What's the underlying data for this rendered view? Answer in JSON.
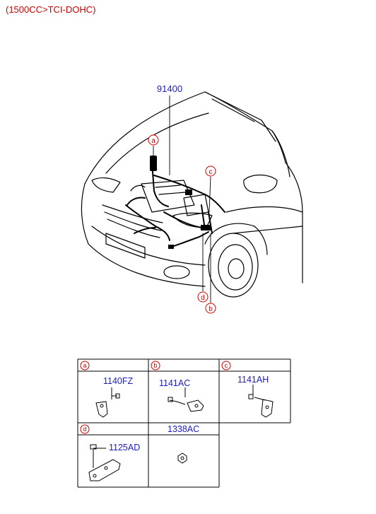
{
  "header": {
    "title": "(1500CC>TCI-DOHC)"
  },
  "diagram": {
    "main_part_number": "91400",
    "callouts": [
      "a",
      "c",
      "d",
      "b"
    ]
  },
  "parts_table": {
    "cells": [
      {
        "letter": "a",
        "part_number": "1140FZ"
      },
      {
        "letter": "b",
        "part_number": "1141AC"
      },
      {
        "letter": "c",
        "part_number": "1141AH"
      },
      {
        "letter": "d",
        "part_number": "1125AD"
      },
      {
        "letter": "",
        "part_number": "1338AC"
      }
    ]
  },
  "colors": {
    "header": "#d00000",
    "labels": "#1a1acc",
    "callout_circle": "#d00000",
    "lines": "#000000"
  }
}
